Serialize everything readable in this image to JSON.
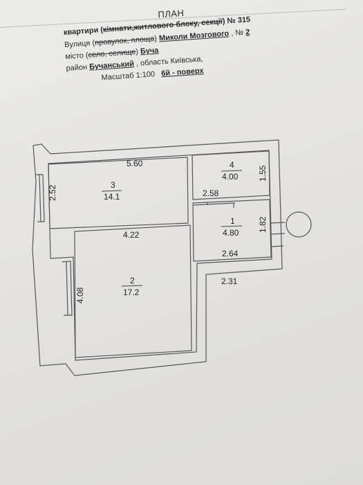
{
  "header": {
    "title": "ПЛАН",
    "object_prefix": "квартири (",
    "object_struck": "кімнати,житлового блоку, секції",
    "object_suffix": ") № 315",
    "street_label": "Вулиця (",
    "street_label_struck": "провулок, площа",
    "street_label_close": ")",
    "street_value": "Миколи Мозгового",
    "number_label": ", №",
    "number_value": "2",
    "city_label": "місто (",
    "city_label_struck": "село, селище",
    "city_label_close": ")",
    "city_value": "Буча",
    "district_label": "район",
    "district_value": "Бучанський",
    "region_text": ", область Київська,",
    "scale_text": "Масштаб 1:100",
    "floor_value": "6й - поверх"
  },
  "plan": {
    "rooms": [
      {
        "number": "1",
        "area": "4.80"
      },
      {
        "number": "2",
        "area": "17.2"
      },
      {
        "number": "3",
        "area": "14.1"
      },
      {
        "number": "4",
        "area": "4.00"
      }
    ],
    "dimensions": {
      "room3_width": "5.60",
      "room3_depth": "2.52",
      "room4_depth": "1.55",
      "room4_width": "2.58",
      "room1_depth": "1.82",
      "room1_width": "2.64",
      "room2_width": "4.22",
      "room2_depth": "4.08",
      "corridor_width": "2.31"
    }
  }
}
